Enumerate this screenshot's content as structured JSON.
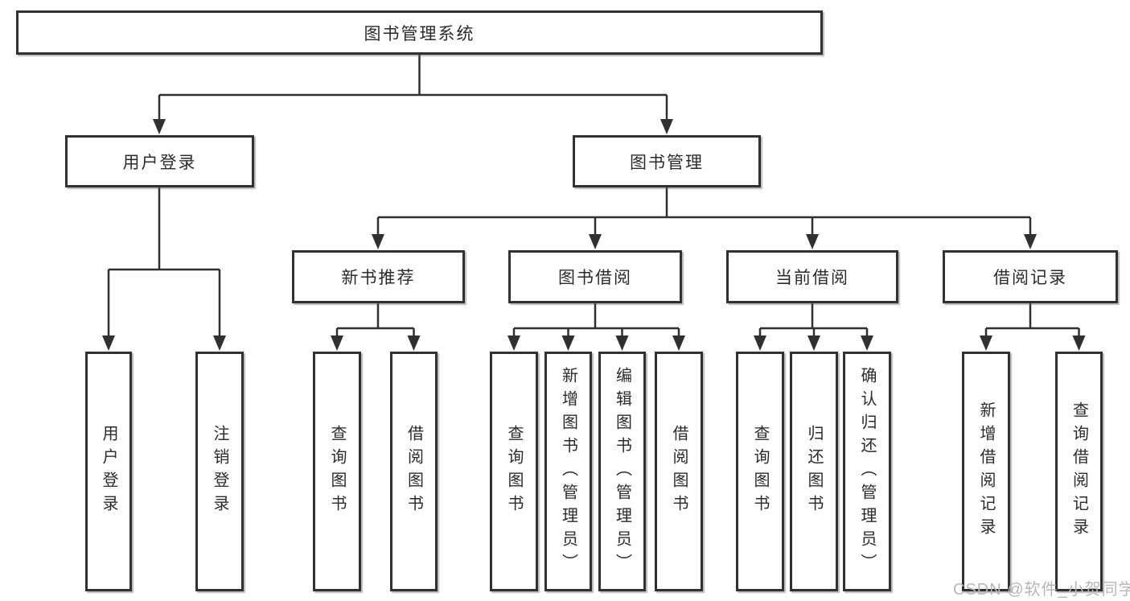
{
  "tree": {
    "root": {
      "label": "图书管理系统"
    },
    "children": [
      {
        "label": "用户登录",
        "children": [
          {
            "label": "用户登录"
          },
          {
            "label": "注销登录"
          }
        ]
      },
      {
        "label": "图书管理",
        "children": [
          {
            "label": "新书推荐",
            "children": [
              {
                "label": "查询图书"
              },
              {
                "label": "借阅图书"
              }
            ]
          },
          {
            "label": "图书借阅",
            "children": [
              {
                "label": "查询图书"
              },
              {
                "label": "新增图书（管理员）"
              },
              {
                "label": "编辑图书（管理员）"
              },
              {
                "label": "借阅图书"
              }
            ]
          },
          {
            "label": "当前借阅",
            "children": [
              {
                "label": "查询图书"
              },
              {
                "label": "归还图书"
              },
              {
                "label": "确认归还（管理员）"
              }
            ]
          },
          {
            "label": "借阅记录",
            "children": [
              {
                "label": "新增借阅记录"
              },
              {
                "label": "查询借阅记录"
              }
            ]
          }
        ]
      }
    ]
  },
  "watermark": {
    "text": "CSDN @软件_小贺同学"
  },
  "colors": {
    "line": "#303030",
    "box_border": "#313131",
    "box_fill": "#ffffff",
    "text": "#2b2b2b",
    "watermark": "#b7b7b7"
  }
}
